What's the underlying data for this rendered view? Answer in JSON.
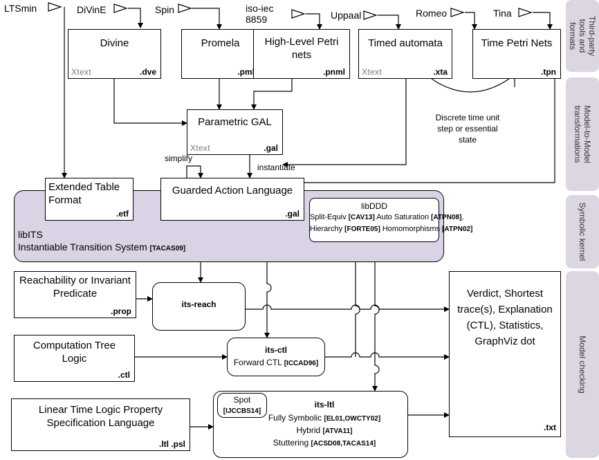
{
  "tools": {
    "ltsmin": "LTSmin",
    "divine": "DiVinE",
    "spin": "Spin",
    "isoiec": "iso-iec 8859",
    "uppaal": "Uppaal",
    "romeo": "Romeo",
    "tina": "Tina"
  },
  "formats": {
    "divine": {
      "title": "Divine",
      "ext": ".dve",
      "xtext": "Xtext"
    },
    "promela": {
      "title": "Promela",
      "ext": ".pml"
    },
    "hlpn": {
      "title": "High-Level Petri nets",
      "ext": ".pnml"
    },
    "timed": {
      "title": "Timed automata",
      "ext": ".xta",
      "xtext": "Xtext"
    },
    "tpn": {
      "title": "Time Petri Nets",
      "ext": ".tpn"
    }
  },
  "discrete_note": "Discrete time unit step or essential state",
  "pgal": {
    "title": "Parametric GAL",
    "ext": ".gal",
    "xtext": "Xtext"
  },
  "edge_labels": {
    "simplify": "simplify",
    "instantiate": "instantiate"
  },
  "etf": {
    "title": "Extended Table Format",
    "ext": ".etf"
  },
  "gal": {
    "title": "Guarded Action Language",
    "ext": ".gal"
  },
  "libits": {
    "line1": "libITS",
    "line2": "Instantiable Transition System",
    "cite": "[TACAS09]"
  },
  "libddd": {
    "title": "libDDD",
    "l2a": "Split-Equiv ",
    "c2a": "[CAV13]",
    "l2b": " Auto Saturation ",
    "c2b": "[ATPN08]",
    "l2c": ",",
    "l3a": "Hierarchy ",
    "c3a": "[FORTE05]",
    "l3b": " Homomorphisms ",
    "c3b": "[ATPN02]"
  },
  "reach_pred": {
    "title": "Reachability or Invariant Predicate",
    "ext": ".prop"
  },
  "ctl_logic": {
    "title": "Computation Tree Logic",
    "ext": ".ctl"
  },
  "ltl_logic": {
    "title": "Linear Time Logic Property Specification Language",
    "ext": ".ltl .psl"
  },
  "its_reach": {
    "title": "its-reach"
  },
  "its_ctl": {
    "title": "its-ctl",
    "sub": "Forward CTL ",
    "cite": "[ICCAD96]"
  },
  "its_ltl": {
    "title": "its-ltl",
    "l1a": "Fully Symbolic ",
    "c1": "[EL01,OWCTY02]",
    "l2a": "Hybrid ",
    "c2": "[ATVA11]",
    "l3a": "Stuttering ",
    "c3": "[ACSD08,TACAS14]"
  },
  "spot": {
    "title": "Spot",
    "cite": "[IJCCBS14]"
  },
  "verdict": {
    "title": "Verdict, Shortest trace(s), Explanation (CTL), Statistics, GraphViz dot",
    "ext": ".txt"
  },
  "side": {
    "s1": "Third-party tools and formats",
    "s2": "Model-to-Model transformations",
    "s3": "Symbolic kernel",
    "s4": "Model checking"
  },
  "colors": {
    "libits_fill": "#d9d3e5",
    "side_fill": "#dcd5e2"
  }
}
